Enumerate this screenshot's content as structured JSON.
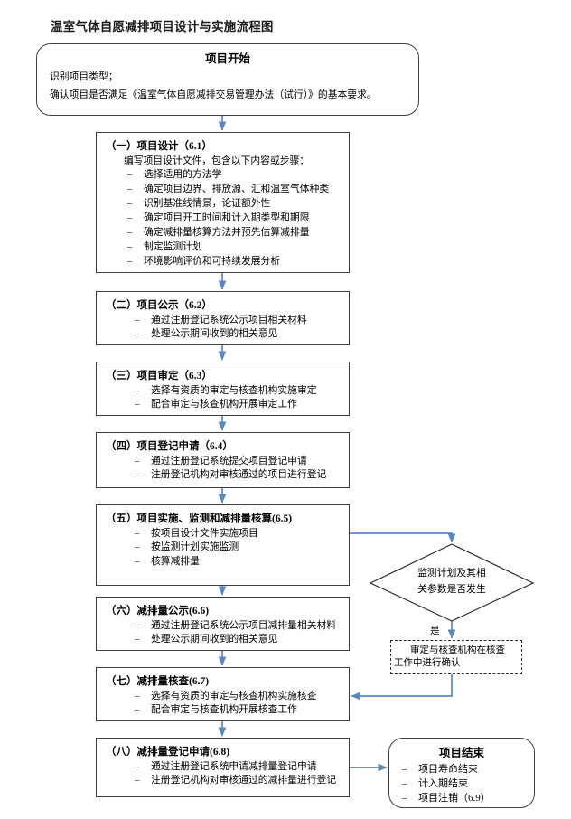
{
  "title": "温室气体自愿减排项目设计与实施流程图",
  "nodes": {
    "start": {
      "heading": "项目开始",
      "lines": [
        "识别项目类型；",
        "确认项目是否满足《温室气体自愿减排交易管理办法（试行）》的基本要求。"
      ]
    },
    "p1": {
      "heading": "（一）项目设计（6.1）",
      "lead": "编写项目设计文件，包含以下内容或步骤：",
      "bullets": [
        "选择适用的方法学",
        "确定项目边界、排放源、汇和温室气体种类",
        "识别基准线情景，论证额外性",
        "确定项目开工时间和计入期类型和期限",
        "确定减排量核算方法并预先估算减排量",
        "制定监测计划",
        "环境影响评价和可持续发展分析"
      ]
    },
    "p2": {
      "heading": "（二）项目公示（6.2）",
      "bullets": [
        "通过注册登记系统公示项目相关材料",
        "处理公示期间收到的相关意见"
      ]
    },
    "p3": {
      "heading": "（三）项目审定（6.3）",
      "bullets": [
        "选择有资质的审定与核查机构实施审定",
        "配合审定与核查机构开展审定工作"
      ]
    },
    "p4": {
      "heading": "（四）项目登记申请（6.4）",
      "bullets": [
        "通过注册登记系统提交项目登记申请",
        "注册登记机构对审核通过的项目进行登记"
      ]
    },
    "p5": {
      "heading": "（五）项目实施、监测和减排量核算(6.5)",
      "bullets": [
        "按项目设计文件实施项目",
        "按监测计划实施监测",
        "核算减排量"
      ]
    },
    "p6": {
      "heading": "（六）减排量公示(6.6)",
      "bullets": [
        "通过注册登记系统公示项目减排量相关材料",
        "处理公示期间收到的相关意见"
      ]
    },
    "p7": {
      "heading": "（七）减排量核查(6.7)",
      "bullets": [
        "选择有资质的审定与核查机构实施核查",
        "配合审定与核查机构开展核查工作"
      ]
    },
    "p8": {
      "heading": "（八）减排量登记申请(6.8)",
      "bullets": [
        "通过注册登记系统申请减排量登记申请",
        "注册登记机构对审核通过的减排量进行登记"
      ]
    },
    "decision": {
      "line1": "监测计划及其相",
      "line2": "关参数是否发生"
    },
    "note": {
      "line1": "审定与核查机构在核查",
      "line2": "工作中进行确认"
    },
    "end": {
      "heading": "项目结束",
      "bullets": [
        "项目寿命结束",
        "计入期结束",
        "项目注销（6.9）"
      ]
    }
  },
  "edges": {
    "yes_label": "是"
  },
  "colors": {
    "connector": "#5b87bf",
    "box_border": "#3f3f3f",
    "text": "#000000"
  }
}
